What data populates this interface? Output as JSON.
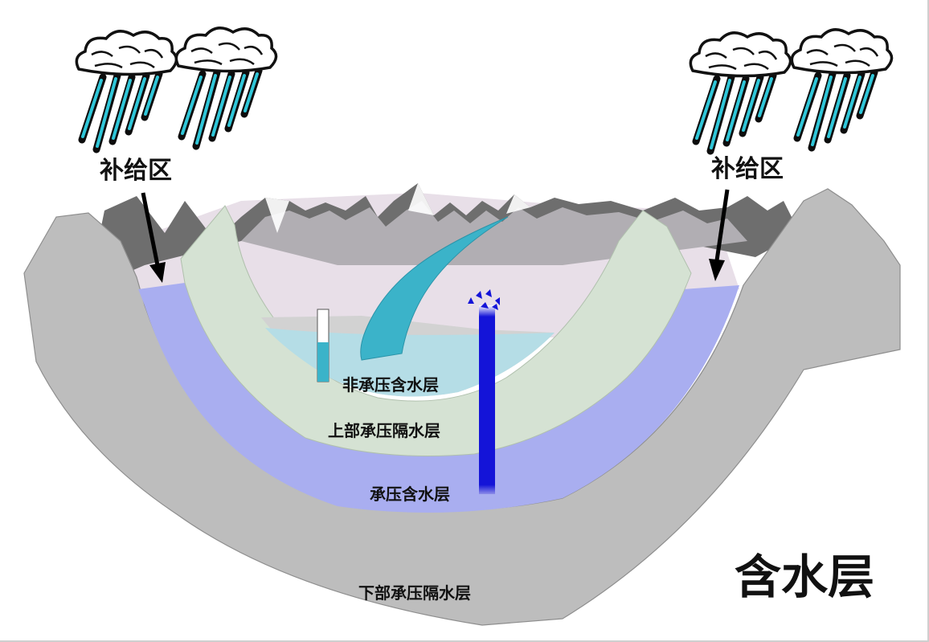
{
  "labels": {
    "recharge_left": "补给区",
    "recharge_right": "补给区",
    "unconfined_aquifer": "非承压含水层",
    "upper_confining_layer": "上部承压隔水层",
    "confined_aquifer": "承压含水层",
    "lower_confining_layer": "下部承压隔水层",
    "title": "含水层"
  },
  "colors": {
    "bedrock": "#bdbdbd",
    "mountain_dark": "#555555",
    "mountain_mid": "#8a8a8a",
    "sky_valley": "#e8dfe8",
    "upper_confining": "#d5e2d3",
    "confined_aquifer": "#a9aef0",
    "unconfined_water": "#b5dde6",
    "stream": "#3bb3c9",
    "artesian_well": "#1414d8",
    "rain": "#2fc6d8"
  },
  "icons": [
    "rain-cloud-icon",
    "arrow-down-icon",
    "observation-well-icon",
    "artesian-well-icon"
  ]
}
